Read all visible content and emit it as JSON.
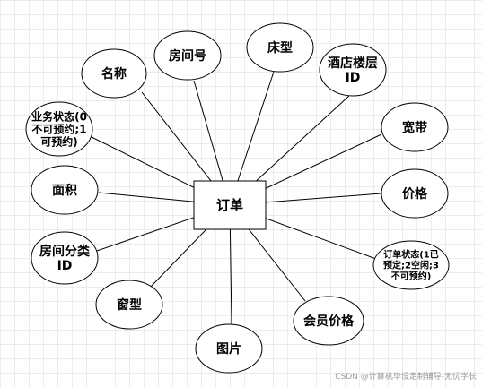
{
  "diagram": {
    "entity": {
      "label": "订单"
    },
    "attributes": [
      {
        "id": "name",
        "lines": [
          "名称"
        ]
      },
      {
        "id": "room-number",
        "lines": [
          "房间号"
        ]
      },
      {
        "id": "bed-type",
        "lines": [
          "床型"
        ]
      },
      {
        "id": "hotel-floor-id",
        "lines": [
          "酒店楼层",
          "ID"
        ]
      },
      {
        "id": "business-status",
        "lines": [
          "业务状态(0",
          "不可预约;1",
          "可预约)"
        ]
      },
      {
        "id": "broadband",
        "lines": [
          "宽带"
        ]
      },
      {
        "id": "area",
        "lines": [
          "面积"
        ]
      },
      {
        "id": "price",
        "lines": [
          "价格"
        ]
      },
      {
        "id": "room-category-id",
        "lines": [
          "房间分类",
          "ID"
        ]
      },
      {
        "id": "order-status",
        "lines": [
          "订单状态(1已",
          "预定;2空闲;3",
          "不可预约)"
        ]
      },
      {
        "id": "window-type",
        "lines": [
          "窗型"
        ]
      },
      {
        "id": "member-price",
        "lines": [
          "会员价格"
        ]
      },
      {
        "id": "image",
        "lines": [
          "图片"
        ]
      }
    ]
  },
  "watermark": {
    "text": "CSDN @计算机毕设定制辅导-无忧学长"
  },
  "colors": {
    "stroke": "#000000",
    "fill": "#ffffff",
    "watermark": "#9a9a9a"
  }
}
